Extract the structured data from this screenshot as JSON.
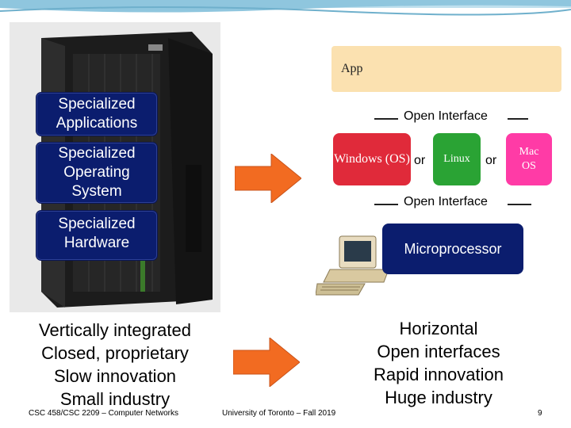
{
  "left_stack": {
    "applications": "Specialized Applications",
    "operating_system": "Specialized Operating System",
    "hardware": "Specialized Hardware"
  },
  "right_stack": {
    "app": "App",
    "open_interface_top": "Open Interface",
    "windows": "Windows (OS)",
    "or_1": "or",
    "linux": "Linux",
    "or_2": "or",
    "mac": "Mac OS",
    "open_interface_bottom": "Open Interface",
    "microprocessor": "Microprocessor"
  },
  "left_summary": [
    "Vertically integrated",
    "Closed, proprietary",
    "Slow innovation",
    "Small industry"
  ],
  "right_summary": [
    "Horizontal",
    "Open interfaces",
    "Rapid innovation",
    "Huge industry"
  ],
  "footer": {
    "course": "CSC 458/CSC 2209 – Computer Networks",
    "university": "University of Toronto – Fall 2019",
    "page": "9"
  },
  "colors": {
    "dark_blue": "#0b1d6e",
    "app_fill": "#fbe1b0",
    "windows_fill": "#e02a3a",
    "linux_fill": "#2aa334",
    "mac_fill": "#ff3ba6",
    "arrow_fill": "#f26b21"
  }
}
